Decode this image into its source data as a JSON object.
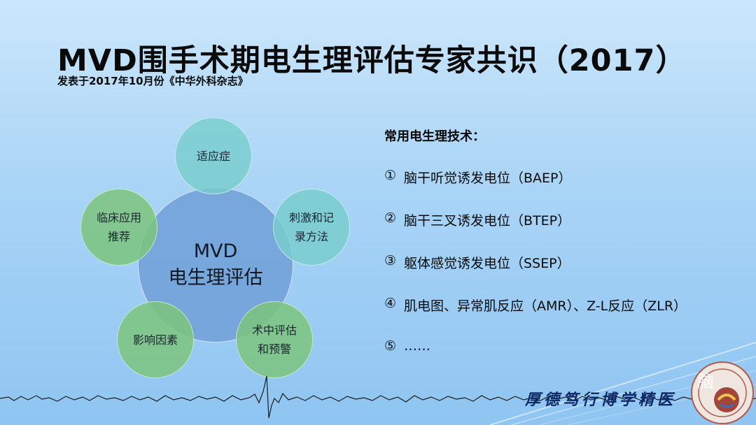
{
  "slide": {
    "title": "MVD围手术期电生理评估专家共识（2017）",
    "subtitle": "发表于2017年10月份《中华外科杂志》"
  },
  "diagram": {
    "center_line1": "MVD",
    "center_line2": "电生理评估",
    "top": "适应症",
    "right_line1": "刺激和记",
    "right_line2": "录方法",
    "bottom_right_line1": "术中评估",
    "bottom_right_line2": "和预警",
    "bottom_left": "影响因素",
    "left_line1": "临床应用",
    "left_line2": "推荐"
  },
  "techniques": {
    "heading": "常用电生理技术：",
    "items": [
      {
        "num": "①",
        "text": "脑干听觉诱发电位（BAEP）"
      },
      {
        "num": "②",
        "text": "脑干三叉诱发电位（BTEP）"
      },
      {
        "num": "③",
        "text": "躯体感觉诱发电位（SSEP）"
      },
      {
        "num": "④",
        "text": "肌电图、异常肌反应（AMR）、Z-L反应（ZLR）"
      },
      {
        "num": "⑤",
        "text": "……"
      }
    ]
  },
  "footer": {
    "motto": "厚德笃行博学精医",
    "seal_text": "脑"
  },
  "colors": {
    "background_top": "#cbe6fb",
    "background_bottom": "#8fc5f2",
    "center_circle": "#71a0d8",
    "teal_circle": "#78cdcd",
    "green_circle": "#7cc47d",
    "motto_color": "#0e2a66"
  }
}
